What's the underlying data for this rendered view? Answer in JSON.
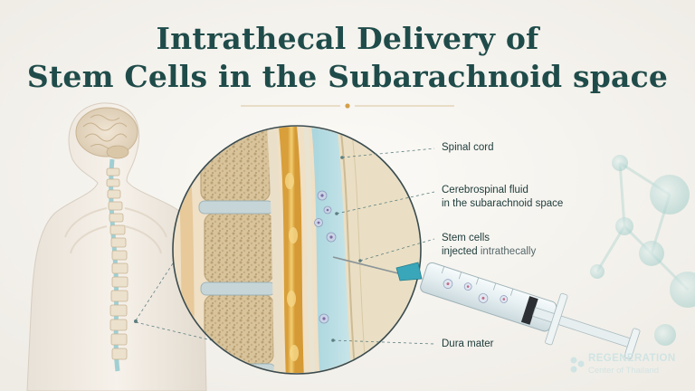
{
  "title": {
    "line1": "Intrathecal Delivery of",
    "line2": "Stem Cells in the Subarachnoid space"
  },
  "labels": {
    "spinal_cord": "Spinal cord",
    "csf_line1": "Cerebrospinal fluid",
    "csf_line2": "in the subarachnoid space",
    "stem_line1": "Stem cells",
    "stem_line2a": "injected",
    "stem_line2b": " intrathecally",
    "dura": "Dura mater"
  },
  "brand": {
    "name": "REGENERATION",
    "subtitle": "Center of Thailand"
  },
  "colors": {
    "title": "#1f4c4a",
    "accent_gold": "#d3a04a",
    "csf_blue": "#bfe0e6",
    "bone": "#e9d9b8",
    "needle_cyan": "#3aa6b9"
  },
  "icons": [
    "human-torso-illustration",
    "spine-cross-section-illustration",
    "syringe-illustration",
    "molecule-decoration",
    "brand-logo-icon"
  ]
}
